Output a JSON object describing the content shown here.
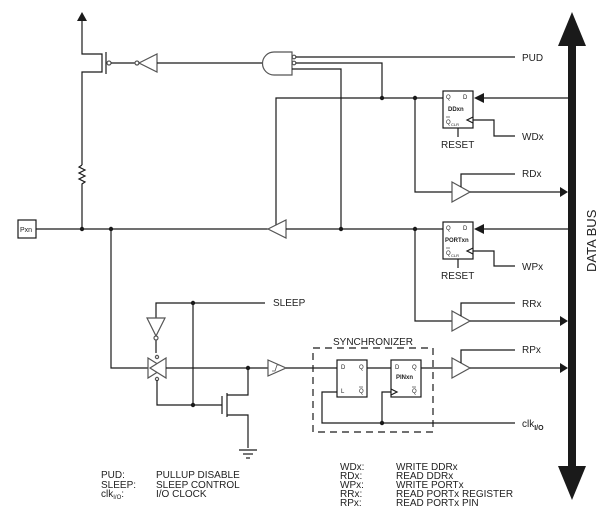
{
  "diagram": {
    "title": "General Digital I/O port pin schematic",
    "pin_label": "Pxn",
    "data_bus_label": "DATA BUS",
    "signals": {
      "pud": "PUD",
      "wdx": "WDx",
      "rdx": "RDx",
      "wpx": "WPx",
      "rrx": "RRx",
      "rpx": "RPx",
      "sleep": "SLEEP",
      "clk": "clk",
      "clk_sub": "I/O"
    },
    "registers": {
      "ddxn": {
        "name": "DDxn",
        "q": "Q",
        "d": "D",
        "qbar": "Q",
        "clr": "CLR",
        "reset": "RESET"
      },
      "portxn": {
        "name": "PORTxn",
        "q": "Q",
        "d": "D",
        "qbar": "Q",
        "clr": "CLR",
        "reset": "RESET"
      },
      "latch": {
        "d": "D",
        "q": "Q",
        "l": "L",
        "qbar": "Q"
      },
      "pinxn": {
        "name": "PINxn",
        "d": "D",
        "q": "Q",
        "qbar": "Q"
      }
    },
    "synchronizer_label": "SYNCHRONIZER"
  },
  "legend_left": [
    {
      "key": "PUD:",
      "value": "PULLUP DISABLE"
    },
    {
      "key": "SLEEP:",
      "value": "SLEEP CONTROL"
    },
    {
      "key": "clk",
      "key_sub": "I/O",
      "key_suffix": ":",
      "value": "I/O CLOCK"
    }
  ],
  "legend_right": [
    {
      "key": "WDx:",
      "value": "WRITE DDRx"
    },
    {
      "key": "RDx:",
      "value": "READ DDRx"
    },
    {
      "key": "WPx:",
      "value": "WRITE PORTx"
    },
    {
      "key": "RRx:",
      "value": "READ PORTx REGISTER"
    },
    {
      "key": "RPx:",
      "value": "READ PORTx PIN"
    }
  ]
}
